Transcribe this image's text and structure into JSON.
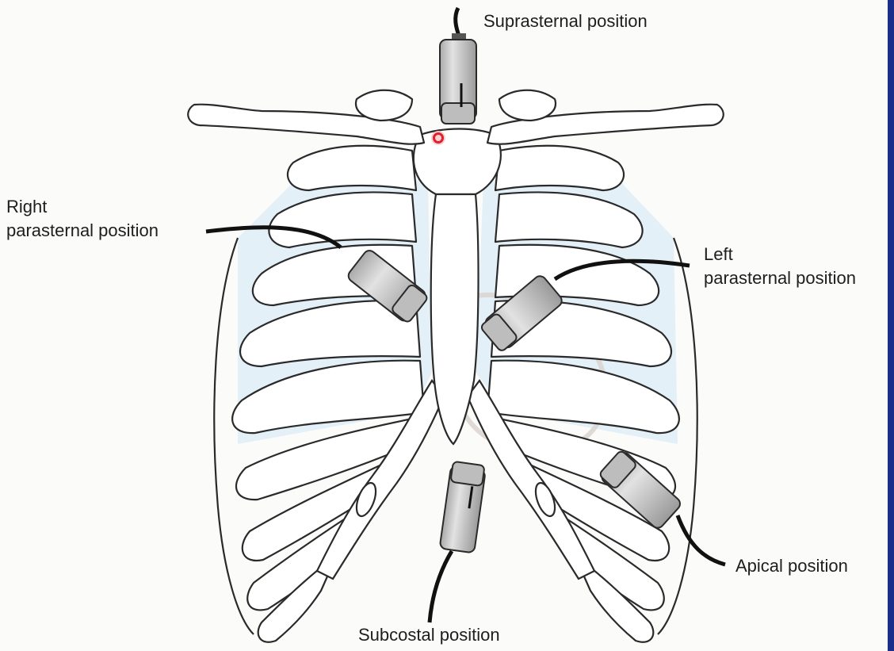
{
  "labels": {
    "suprasternal": [
      "Suprasternal position"
    ],
    "right_parasternal": [
      "Right",
      "parasternal position"
    ],
    "left_parasternal": [
      "Left",
      "parasternal position"
    ],
    "subcostal": [
      "Subcostal position"
    ],
    "apical": [
      "Apical position"
    ]
  },
  "colors": {
    "background": "#fbfbf9",
    "outline": "#2a2a2a",
    "lung_tint": "#e4f0f7",
    "transducer": "#c9c9c9",
    "cable": "#111111",
    "marker": "#e0202a",
    "side_strip": "#1b2f8a"
  },
  "icons": {
    "transducer": "ultrasound-probe-icon",
    "marker": "target-dot-icon"
  }
}
